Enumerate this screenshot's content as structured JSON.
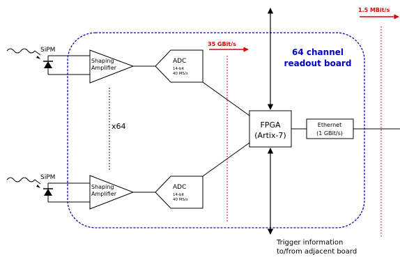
{
  "board": {
    "title_line1": "64 channel",
    "title_line2": "readout board",
    "title_color": "#0000cc",
    "outline_color": "#0000cc"
  },
  "channels": [
    {
      "sipm_label": "SiPM",
      "amp_line1": "Shaping",
      "amp_line2": "Amplifier",
      "adc_label": "ADC",
      "adc_spec1": "14-bit",
      "adc_spec2": "40 MS/s"
    },
    {
      "sipm_label": "SiPM",
      "amp_line1": "Shaping",
      "amp_line2": "Amplifier",
      "adc_label": "ADC",
      "adc_spec1": "14-bit",
      "adc_spec2": "40 MS/s"
    }
  ],
  "multiplier": "x64",
  "fpga": {
    "line1": "FPGA",
    "line2": "(Artix-7)"
  },
  "ethernet": {
    "line1": "Ethernet",
    "line2": "(1 GBit/s)"
  },
  "rates": {
    "internal": "35 GBit/s",
    "external": "1.5 MBit/s",
    "color": "#dd0000"
  },
  "trigger": {
    "line1": "Trigger information",
    "line2": "to/from adjacent board"
  }
}
